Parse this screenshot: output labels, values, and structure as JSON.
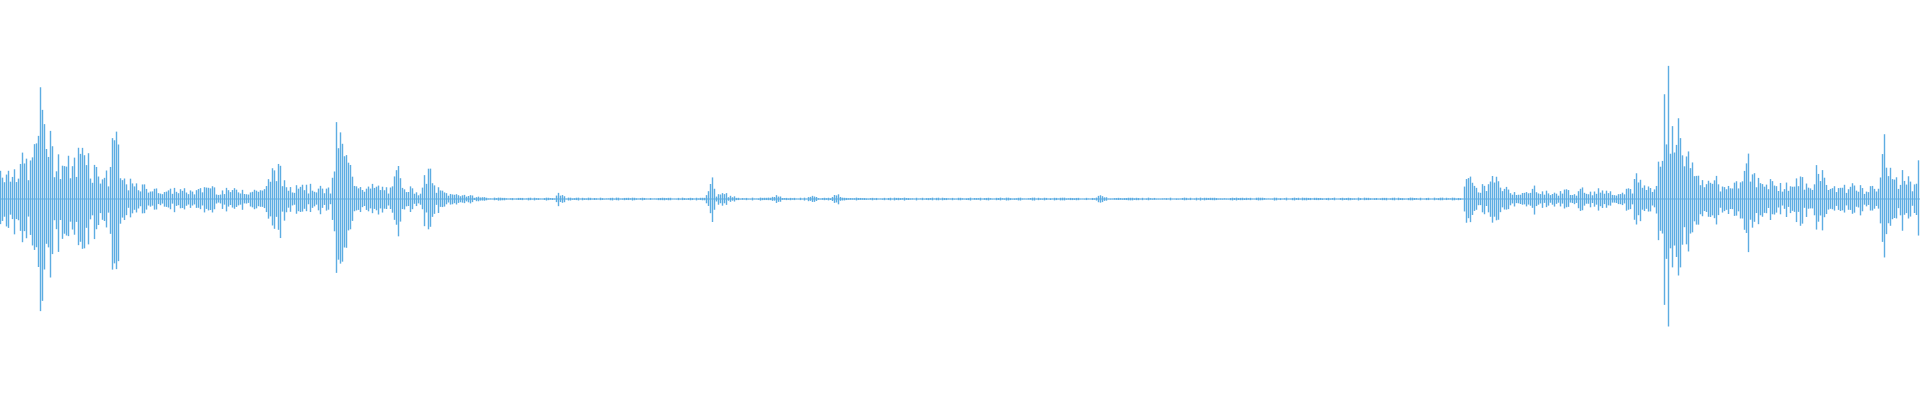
{
  "waveform": {
    "color": "#5dade2",
    "background": "#ffffff",
    "samples": [
      0.3,
      0.28,
      0.22,
      0.3,
      0.36,
      0.3,
      0.62,
      0.95,
      0.55,
      0.4,
      0.38,
      0.35,
      0.3,
      0.42,
      0.62,
      0.32,
      0.28,
      0.25,
      0.2,
      0.7,
      0.2,
      0.16,
      0.14,
      0.1,
      0.12,
      0.1,
      0.08,
      0.09,
      0.07,
      0.1,
      0.08,
      0.08,
      0.07,
      0.08,
      0.1,
      0.14,
      0.08,
      0.07,
      0.09,
      0.08,
      0.1,
      0.07,
      0.08,
      0.1,
      0.08,
      0.25,
      0.35,
      0.15,
      0.12,
      0.1,
      0.18,
      0.1,
      0.12,
      0.1,
      0.09,
      0.08,
      0.68,
      0.45,
      0.3,
      0.18,
      0.14,
      0.1,
      0.12,
      0.11,
      0.1,
      0.08,
      0.28,
      0.16,
      0.1,
      0.08,
      0.06,
      0.32,
      0.12,
      0.08,
      0.06,
      0.04,
      0.05,
      0.04,
      0.03,
      0.02,
      0.02,
      0.01,
      0.01,
      0.01,
      0.01,
      0.01,
      0.01,
      0.01,
      0.01,
      0.01,
      0.01,
      0.01,
      0.01,
      0.06,
      0.01,
      0.01,
      0.01,
      0.01,
      0.01,
      0.01,
      0.01,
      0.01,
      0.01,
      0.01,
      0.01,
      0.01,
      0.01,
      0.01,
      0.01,
      0.01,
      0.01,
      0.01,
      0.01,
      0.01,
      0.01,
      0.01,
      0.01,
      0.01,
      0.22,
      0.01,
      0.1,
      0.03,
      0.02,
      0.01,
      0.01,
      0.01,
      0.01,
      0.01,
      0.01,
      0.04,
      0.01,
      0.01,
      0.01,
      0.01,
      0.01,
      0.04,
      0.01,
      0.01,
      0.01,
      0.06,
      0.01,
      0.01,
      0.01,
      0.01,
      0.01,
      0.01,
      0.01,
      0.01,
      0.01,
      0.01,
      0.01,
      0.01,
      0.01,
      0.01,
      0.01,
      0.01,
      0.01,
      0.01,
      0.01,
      0.01,
      0.01,
      0.01,
      0.01,
      0.01,
      0.01,
      0.01,
      0.01,
      0.01,
      0.01,
      0.01,
      0.01,
      0.01,
      0.01,
      0.01,
      0.01,
      0.01,
      0.01,
      0.01,
      0.01,
      0.01,
      0.01,
      0.01,
      0.01,
      0.04,
      0.01,
      0.01,
      0.01,
      0.01,
      0.01,
      0.01,
      0.01,
      0.01,
      0.01,
      0.01,
      0.01,
      0.01,
      0.01,
      0.01,
      0.01,
      0.01,
      0.01,
      0.01,
      0.01,
      0.01,
      0.01,
      0.01,
      0.01,
      0.01,
      0.01,
      0.01,
      0.01,
      0.01,
      0.01,
      0.01,
      0.01,
      0.01,
      0.01,
      0.01,
      0.01,
      0.01,
      0.01,
      0.01,
      0.01,
      0.01,
      0.01,
      0.01,
      0.01,
      0.01,
      0.01,
      0.01,
      0.01,
      0.01,
      0.01,
      0.01,
      0.01,
      0.01,
      0.01,
      0.01,
      0.01,
      0.01,
      0.01,
      0.01,
      0.01,
      0.01,
      0.36,
      0.08,
      0.12,
      0.1,
      0.2,
      0.14,
      0.1,
      0.08,
      0.06,
      0.06,
      0.05,
      0.12,
      0.07,
      0.06,
      0.05,
      0.06,
      0.08,
      0.07,
      0.06,
      0.09,
      0.07,
      0.06,
      0.1,
      0.08,
      0.06,
      0.07,
      0.09,
      0.08,
      0.24,
      0.12,
      0.1,
      0.08,
      0.6,
      1.05,
      0.55,
      0.7,
      0.45,
      0.3,
      0.22,
      0.18,
      0.14,
      0.2,
      0.12,
      0.1,
      0.18,
      0.12,
      0.5,
      0.24,
      0.16,
      0.12,
      0.2,
      0.16,
      0.12,
      0.14,
      0.12,
      0.2,
      0.12,
      0.1,
      0.38,
      0.18,
      0.12,
      0.1,
      0.12,
      0.1,
      0.14,
      0.12,
      0.08,
      0.1,
      0.12,
      0.48,
      0.26,
      0.16,
      0.24,
      0.18,
      0.12,
      0.42
    ]
  }
}
